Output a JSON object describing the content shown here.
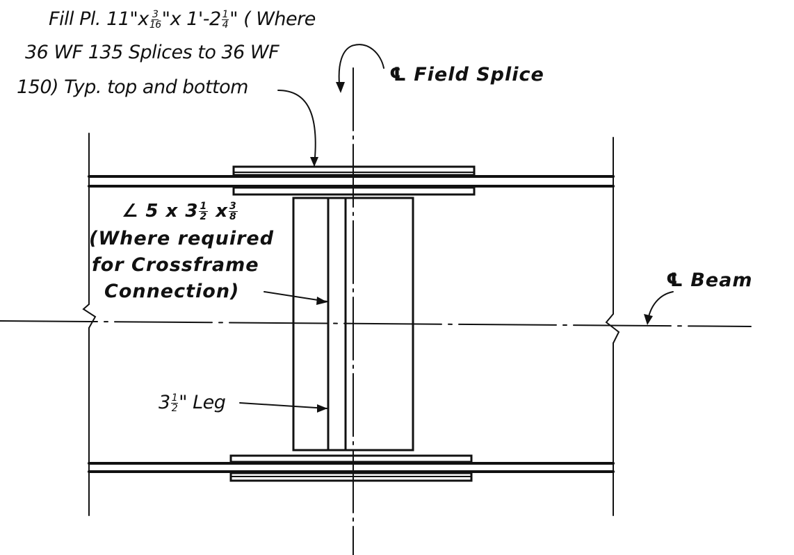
{
  "colors": {
    "ink": "#111111",
    "paper": "#ffffff"
  },
  "icons": {
    "centerline": "centerline-symbol-icon",
    "angle": "angle-symbol-icon"
  },
  "labels": {
    "fill_plate": {
      "line1_pre": "Fill Pl. 11\"x",
      "frac1_num": "3",
      "frac1_den": "16",
      "line1_mid": "\"x 1'-2",
      "frac2_num": "1",
      "frac2_den": "4",
      "line1_post": "\" ( Where",
      "line2": "36 WF 135 Splices to 36 WF",
      "line3": "150) Typ. top and bottom"
    },
    "field_splice": {
      "symbol": "℄",
      "text": "Field Splice"
    },
    "beam": {
      "symbol": "℄",
      "text": "Beam"
    },
    "angle": {
      "symbol": "∠",
      "pre": "5 x 3",
      "frac1_num": "1",
      "frac1_den": "2",
      "mid": "x",
      "frac2_num": "3",
      "frac2_den": "8",
      "line2": "(Where required",
      "line3": "for Crossframe",
      "line4": "Connection)"
    },
    "leg": {
      "pre": "3",
      "frac_num": "1",
      "frac_den": "2",
      "post": "\" Leg"
    }
  }
}
